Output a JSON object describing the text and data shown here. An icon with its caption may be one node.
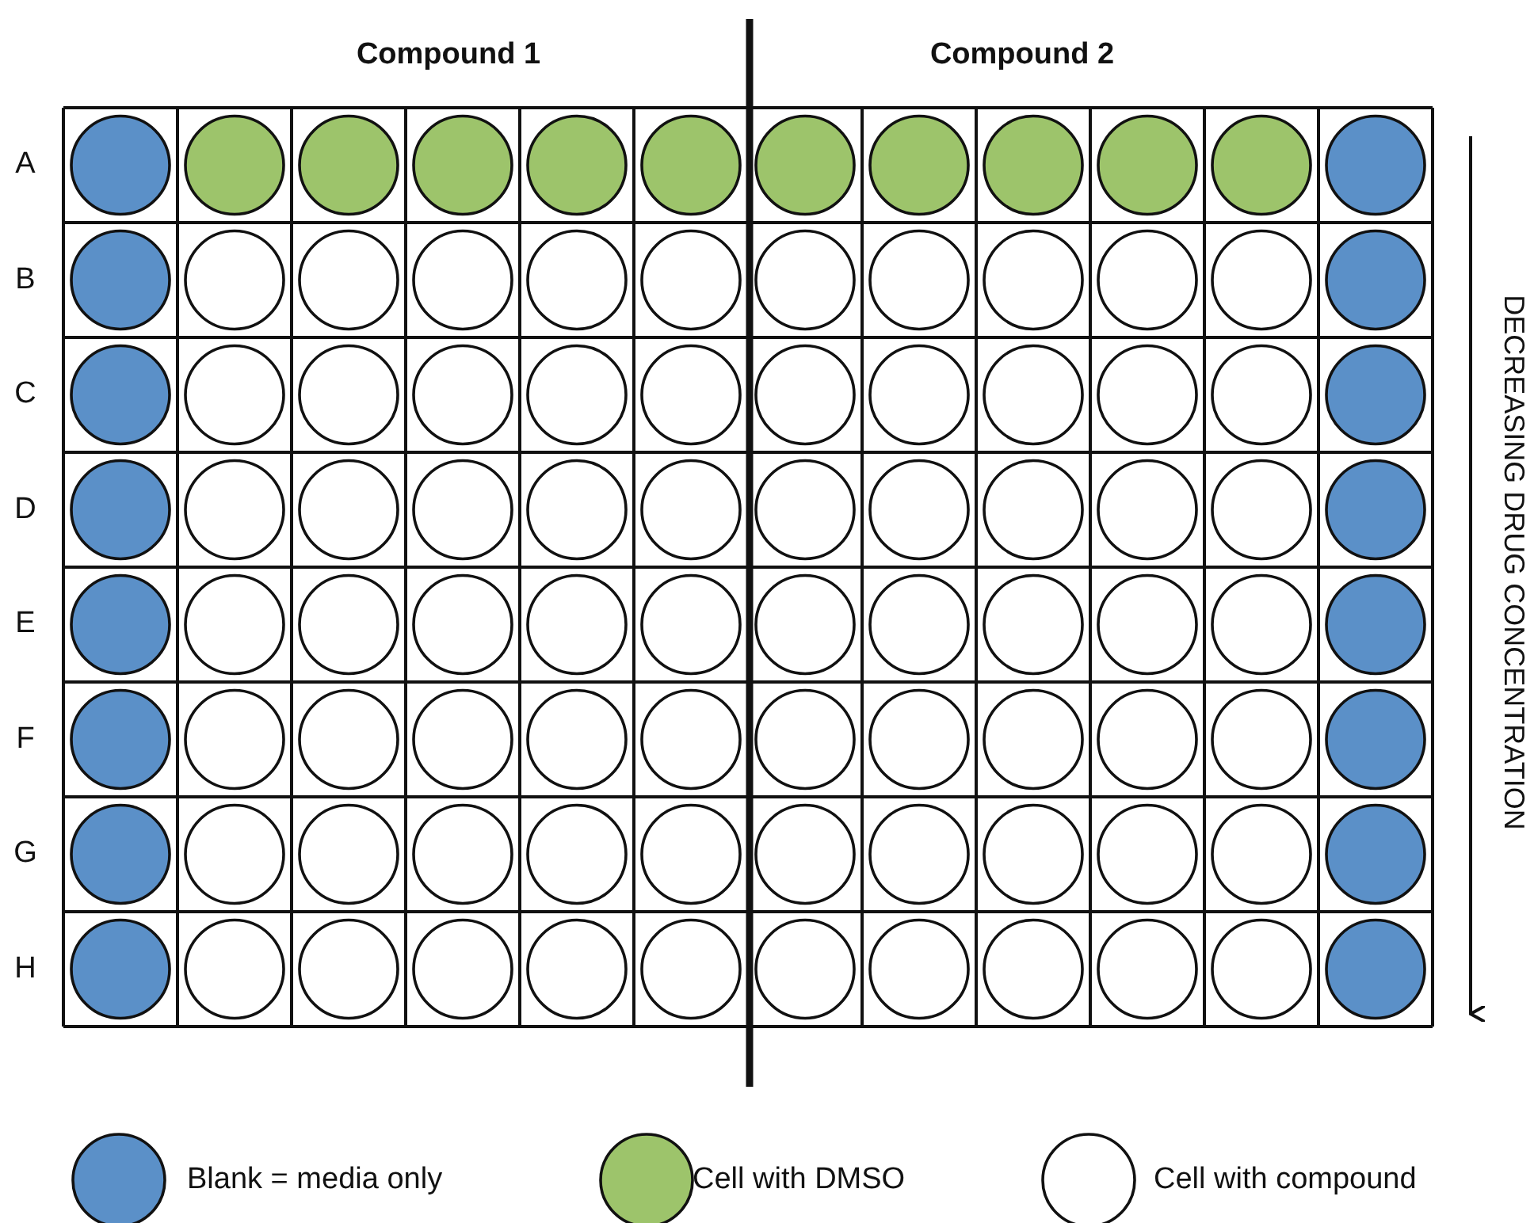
{
  "diagram": {
    "labels": [
      "Compound 1",
      "Compound 2",
      "A",
      "B",
      "C",
      "D",
      "E",
      "F",
      "G",
      "H",
      "DECREASING DRUG CONCENTRATION"
    ],
    "legend": [
      {
        "text": "Blank = media only",
        "color": "#5b90c8"
      },
      {
        "text": "Cell with DMSO",
        "color": "#9dc46b"
      },
      {
        "text": "Cell with compound",
        "color": "#ffffff"
      }
    ]
  }
}
